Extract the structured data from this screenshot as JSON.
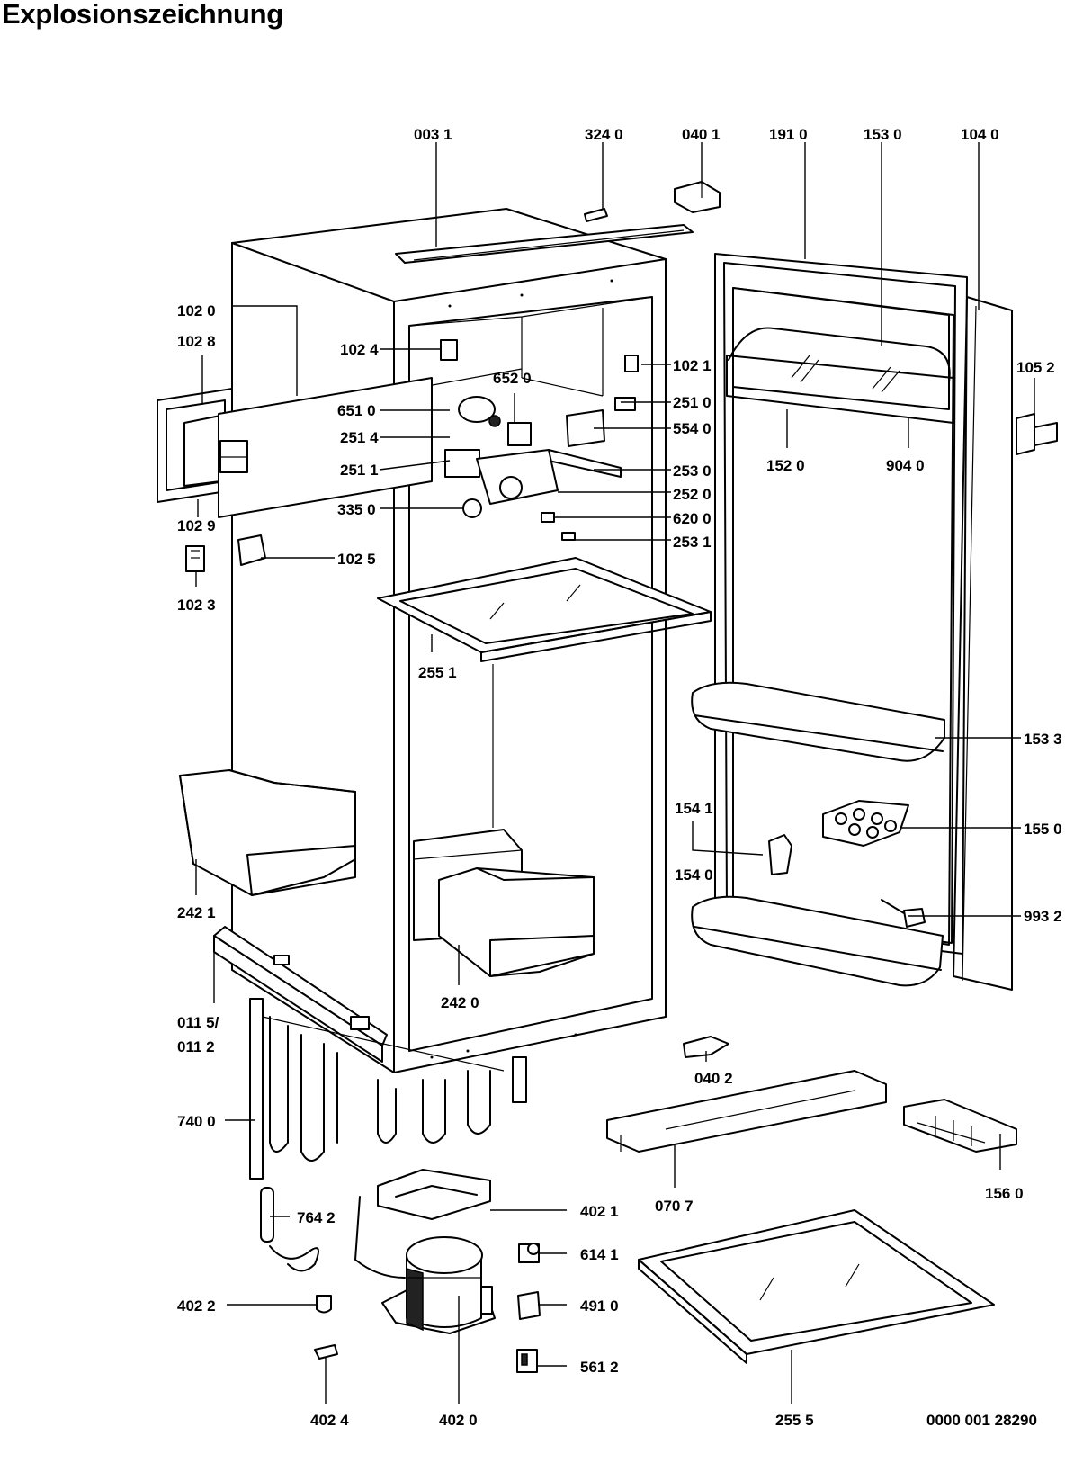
{
  "title": "Explosionszeichnung",
  "drawing_number": "0000 001 28290",
  "labels": {
    "l0031": "003 1",
    "l3240": "324 0",
    "l0401": "040 1",
    "l1910": "191 0",
    "l1530": "153 0",
    "l1040": "104 0",
    "l1020": "102 0",
    "l1028": "102 8",
    "l1024": "102 4",
    "l1021": "102 1",
    "l6520": "652 0",
    "l6510": "651 0",
    "l2510": "251 0",
    "l2514": "251 4",
    "l5540": "554 0",
    "l2511": "251 1",
    "l2530": "253 0",
    "l2520": "252 0",
    "l3350": "335 0",
    "l6200": "620 0",
    "l2531": "253 1",
    "l1029": "102 9",
    "l1025": "102 5",
    "l1023": "102 3",
    "l1520": "152 0",
    "l9040": "904 0",
    "l1052": "105 2",
    "l2551": "255 1",
    "l1533": "153 3",
    "l1541": "154 1",
    "l1550": "155 0",
    "l1540": "154 0",
    "l9932": "993 2",
    "l2421": "242 1",
    "l2420": "242 0",
    "l0115": "011 5/",
    "l0112": "011 2",
    "l0402": "040 2",
    "l7400": "740 0",
    "l1560": "156 0",
    "l0707": "070 7",
    "l4021": "402 1",
    "l7642": "764 2",
    "l6141": "614 1",
    "l4022": "402 2",
    "l4910": "491 0",
    "l5612": "561 2",
    "l4024": "402 4",
    "l4020": "402 0",
    "l2555": "255 5"
  }
}
